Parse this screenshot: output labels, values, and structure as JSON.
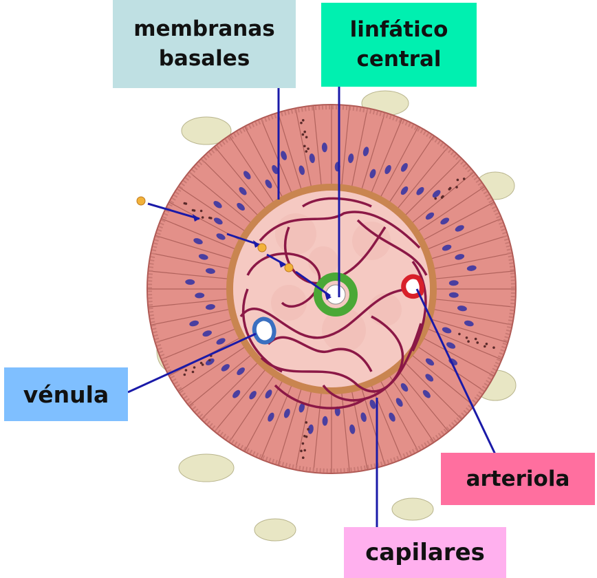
{
  "labels": {
    "membranas": [
      "membranas",
      "basales"
    ],
    "linfatico": [
      "linfático",
      "central"
    ],
    "venula": "vénula",
    "arteriola": "arteriola",
    "capilares": "capilares"
  },
  "colors": {
    "membranas_bg": "#bfe0e3",
    "linfatico_bg": "#00f0b0",
    "venula_bg": "#7fbfff",
    "arteriola_bg": "#ff6f9f",
    "capilares_bg": "#ffb0ee",
    "pointer_line": "#1a1aa8",
    "cell_red": "#e39089",
    "nucleus": "#4a3fa0",
    "basement": "#c98550",
    "lamina": "#f5c9c2",
    "capillary": "#8b1846",
    "lymphatic": "#4aa836",
    "venule": "#3a6fc0",
    "arteriole": "#d8202a",
    "connective": "#e8e6c4"
  }
}
